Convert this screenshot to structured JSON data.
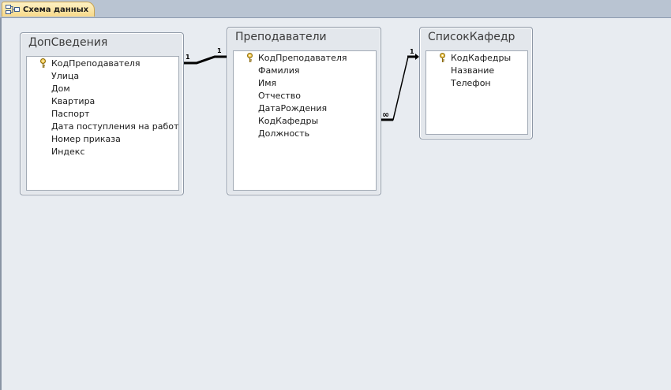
{
  "tab": {
    "label": "Схема данных",
    "icon": "relationships-icon"
  },
  "tables": {
    "dop": {
      "title": "ДопСведения",
      "fields": [
        {
          "name": "КодПреподавателя",
          "primary_key": true
        },
        {
          "name": "Улица"
        },
        {
          "name": "Дом"
        },
        {
          "name": "Квартира"
        },
        {
          "name": "Паспорт"
        },
        {
          "name": "Дата поступления на работу"
        },
        {
          "name": "Номер приказа"
        },
        {
          "name": "Индекс"
        }
      ]
    },
    "prep": {
      "title": "Преподаватели",
      "fields": [
        {
          "name": "КодПреподавателя",
          "primary_key": true
        },
        {
          "name": "Фамилия"
        },
        {
          "name": "Имя"
        },
        {
          "name": "Отчество"
        },
        {
          "name": "ДатаРождения"
        },
        {
          "name": "КодКафедры"
        },
        {
          "name": "Должность"
        }
      ]
    },
    "kaf": {
      "title": "СписокКафедр",
      "fields": [
        {
          "name": "КодКафедры",
          "primary_key": true
        },
        {
          "name": "Название"
        },
        {
          "name": "Телефон"
        }
      ]
    }
  },
  "relationships": [
    {
      "from": "ДопСведения.КодПреподавателя",
      "to": "Преподаватели.КодПреподавателя",
      "from_label": "1",
      "to_label": "1"
    },
    {
      "from": "Преподаватели.КодКафедры",
      "to": "СписокКафедр.КодКафедры",
      "from_label": "∞",
      "to_label": "1"
    }
  ],
  "colors": {
    "workspace": "#e8ecf1",
    "tab_active": "#f7d98a",
    "line": "#000000"
  }
}
